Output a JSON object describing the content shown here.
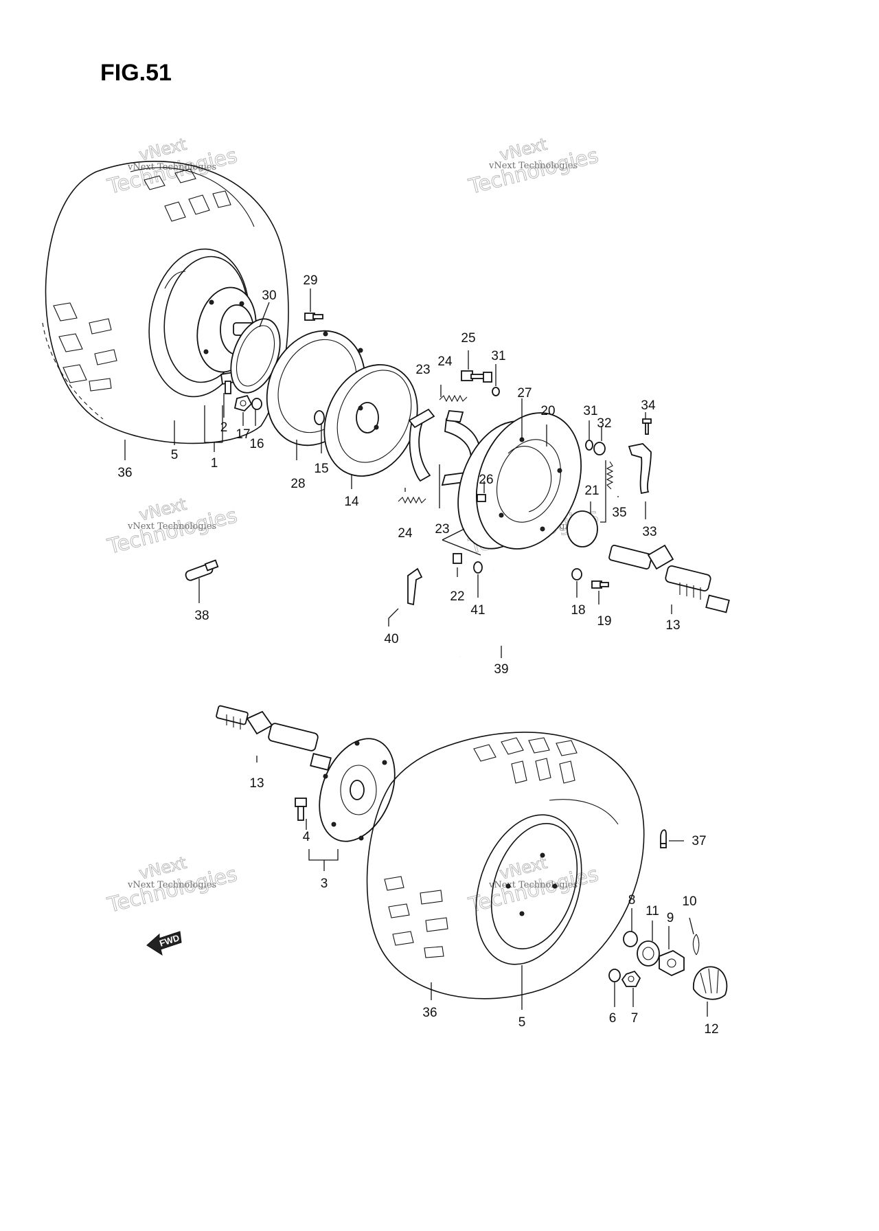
{
  "figure": {
    "title": "FIG.51"
  },
  "watermark": {
    "line1": "vNext",
    "line2": "vNext Technologies",
    "line3": "Technologies"
  },
  "fwd_label": "FWD",
  "callouts": {
    "c1": "1",
    "c2": "2",
    "c3": "3",
    "c4": "4",
    "c5a": "5",
    "c5b": "5",
    "c6": "6",
    "c7": "7",
    "c8": "8",
    "c9": "9",
    "c10": "10",
    "c11": "11",
    "c12": "12",
    "c13a": "13",
    "c13b": "13",
    "c14": "14",
    "c15": "15",
    "c16": "16",
    "c17": "17",
    "c18": "18",
    "c19": "19",
    "c20": "20",
    "c21": "21",
    "c22": "22",
    "c23a": "23",
    "c23b": "23",
    "c24a": "24",
    "c24b": "24",
    "c25": "25",
    "c26": "26",
    "c27": "27",
    "c28": "28",
    "c29": "29",
    "c30": "30",
    "c31a": "31",
    "c31b": "31",
    "c32": "32",
    "c33": "33",
    "c34": "34",
    "c35": "35",
    "c36a": "36",
    "c36b": "36",
    "c37": "37",
    "c38": "38",
    "c39": "39",
    "c40": "40",
    "c41": "41"
  }
}
